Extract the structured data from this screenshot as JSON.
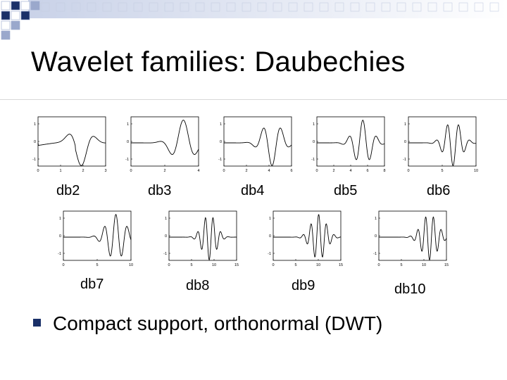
{
  "slide": {
    "title": "Wavelet families: Daubechies",
    "bullet": "Compact support, orthonormal (DWT)",
    "accent_color": "#1a3068",
    "decoration": "checkered-squares-header-band"
  },
  "plots": [
    {
      "caption": "db2",
      "yticks": [
        "1",
        "0",
        "-1"
      ],
      "xticks": [
        "0",
        "1",
        "2",
        "3"
      ]
    },
    {
      "caption": "db3",
      "yticks": [
        "1",
        "0",
        "-1"
      ],
      "xticks": [
        "0",
        "2",
        "4"
      ]
    },
    {
      "caption": "db4",
      "yticks": [
        "1",
        "0",
        "-1"
      ],
      "xticks": [
        "0",
        "2",
        "4",
        "6"
      ]
    },
    {
      "caption": "db5",
      "yticks": [
        "1",
        "0",
        "-1"
      ],
      "xticks": [
        "0",
        "2",
        "4",
        "6",
        "8"
      ]
    },
    {
      "caption": "db6",
      "yticks": [
        "1",
        "0",
        "-1"
      ],
      "xticks": [
        "0",
        "5",
        "10"
      ]
    },
    {
      "caption": "db7",
      "yticks": [
        "1",
        "0",
        "-1"
      ],
      "xticks": [
        "0",
        "5",
        "10"
      ]
    },
    {
      "caption": "db8",
      "yticks": [
        "1",
        "0",
        "-1"
      ],
      "xticks": [
        "0",
        "5",
        "10",
        "15"
      ]
    },
    {
      "caption": "db9",
      "yticks": [
        "1",
        "0",
        "-1"
      ],
      "xticks": [
        "0",
        "5",
        "10",
        "15"
      ]
    },
    {
      "caption": "db10",
      "yticks": [
        "1",
        "0",
        "-1"
      ],
      "xticks": [
        "0",
        "5",
        "10",
        "15"
      ]
    }
  ]
}
